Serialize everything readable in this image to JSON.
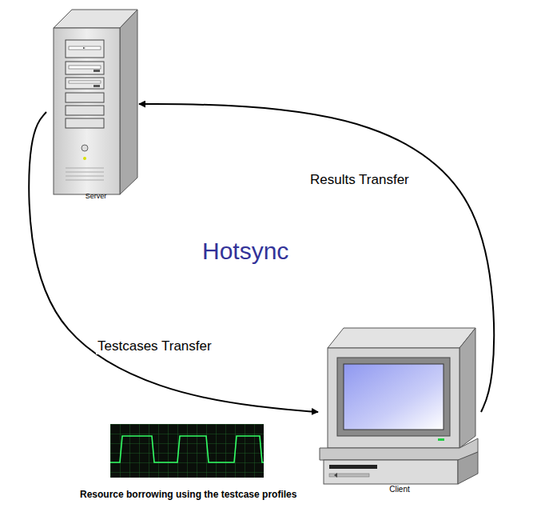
{
  "diagram": {
    "title": "Hotsync",
    "nodes": [
      {
        "text": [
          "Server"
        ]
      },
      {
        "text": [
          "Client"
        ]
      }
    ],
    "edges": [
      {
        "from": 0,
        "to": 1,
        "label": "Testcases Transfer",
        "arrow": "to"
      },
      {
        "from": 1,
        "to": 0,
        "label": "Results Transfer",
        "arrow": "to"
      }
    ],
    "labels": [
      "Resource borrowing using the testcase profiles"
    ]
  }
}
